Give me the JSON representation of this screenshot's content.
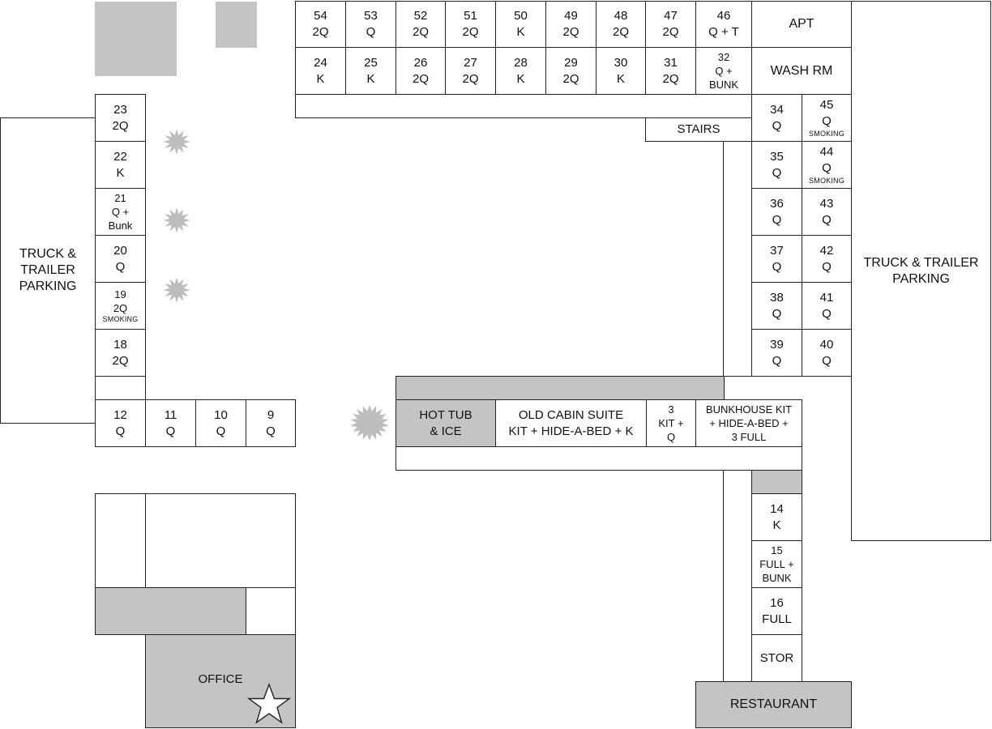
{
  "rooms_top_row": [
    {
      "num": "54",
      "type": "2Q"
    },
    {
      "num": "53",
      "type": "Q"
    },
    {
      "num": "52",
      "type": "2Q"
    },
    {
      "num": "51",
      "type": "2Q"
    },
    {
      "num": "50",
      "type": "K"
    },
    {
      "num": "49",
      "type": "2Q"
    },
    {
      "num": "48",
      "type": "2Q"
    },
    {
      "num": "47",
      "type": "2Q"
    },
    {
      "num": "46",
      "type": "Q + T"
    }
  ],
  "rooms_second_row": [
    {
      "num": "24",
      "type": "K"
    },
    {
      "num": "25",
      "type": "K"
    },
    {
      "num": "26",
      "type": "2Q"
    },
    {
      "num": "27",
      "type": "2Q"
    },
    {
      "num": "28",
      "type": "K"
    },
    {
      "num": "29",
      "type": "2Q"
    },
    {
      "num": "30",
      "type": "K"
    },
    {
      "num": "31",
      "type": "2Q"
    },
    {
      "num": "32",
      "type": "Q +",
      "type2": "BUNK"
    }
  ],
  "apt": "APT",
  "wash_room": "WASH RM",
  "stairs": "STAIRS",
  "rooms_right_inner": [
    {
      "num": "34",
      "type": "Q"
    },
    {
      "num": "35",
      "type": "Q"
    },
    {
      "num": "36",
      "type": "Q"
    },
    {
      "num": "37",
      "type": "Q"
    },
    {
      "num": "38",
      "type": "Q"
    },
    {
      "num": "39",
      "type": "Q"
    }
  ],
  "rooms_right_outer": [
    {
      "num": "45",
      "type": "Q",
      "note": "SMOKING"
    },
    {
      "num": "44",
      "type": "Q",
      "note": "SMOKING"
    },
    {
      "num": "43",
      "type": "Q"
    },
    {
      "num": "42",
      "type": "Q"
    },
    {
      "num": "41",
      "type": "Q"
    },
    {
      "num": "40",
      "type": "Q"
    }
  ],
  "rooms_left_column": [
    {
      "num": "23",
      "type": "2Q"
    },
    {
      "num": "22",
      "type": "K"
    },
    {
      "num": "21",
      "type": "Q +",
      "type2": "Bunk"
    },
    {
      "num": "20",
      "type": "Q"
    },
    {
      "num": "19",
      "type": "2Q",
      "note": "SMOKING"
    },
    {
      "num": "18",
      "type": "2Q"
    }
  ],
  "rooms_left_row": [
    {
      "num": "12",
      "type": "Q"
    },
    {
      "num": "11",
      "type": "Q"
    },
    {
      "num": "10",
      "type": "Q"
    },
    {
      "num": "9",
      "type": "Q"
    }
  ],
  "parking_left": [
    "TRUCK &",
    "TRAILER",
    "PARKING"
  ],
  "parking_right": [
    "TRUCK & TRAILER",
    "PARKING"
  ],
  "hot_tub": [
    "HOT TUB",
    "& ICE"
  ],
  "old_cabin": [
    "OLD CABIN SUITE",
    "KIT + HIDE-A-BED + K"
  ],
  "room_3": [
    "3",
    "KIT +",
    "Q"
  ],
  "bunkhouse": [
    "BUNKHOUSE KIT",
    "+ HIDE-A-BED +",
    "3 FULL"
  ],
  "rooms_bottom_column": [
    {
      "num": "14",
      "type": "K"
    },
    {
      "num": "15",
      "type": "FULL +",
      "type2": "BUNK"
    },
    {
      "num": "16",
      "type": "FULL"
    }
  ],
  "stor": "STOR",
  "office": "OFFICE",
  "restaurant": "RESTAURANT",
  "icons": {
    "amenity_marker": "starburst-icon",
    "office_marker": "star-icon"
  },
  "colors": {
    "shaded": "#c4c4c4",
    "outline": "#222222",
    "burst": "#bdbdbd"
  }
}
